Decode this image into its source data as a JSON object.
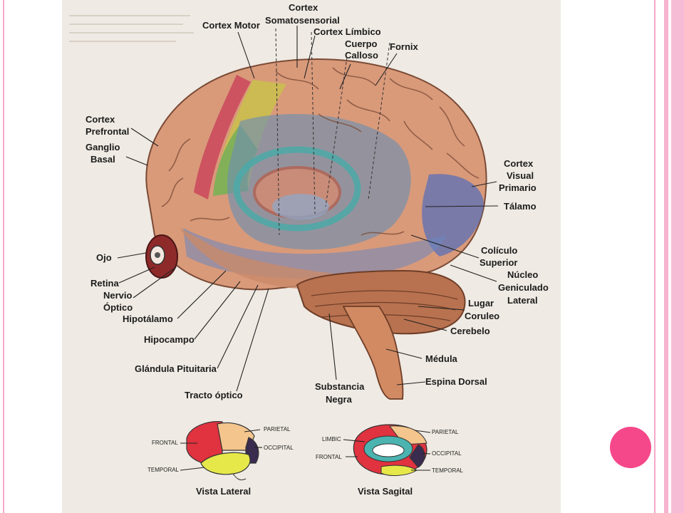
{
  "slide": {
    "accent_color": "#f5488a",
    "frame_color": "#f4a9c8"
  },
  "labels": {
    "cortex_motor": "Cortex Motor",
    "cortex_soma_1": "Cortex",
    "cortex_soma_2": "Somatosensorial",
    "cortex_limbico": "Cortex Límbico",
    "cuerpo": "Cuerpo",
    "calloso": "Calloso",
    "fornix": "Fornix",
    "prefrontal_1": "Cortex",
    "prefrontal_2": "Prefrontal",
    "ganglio_1": "Ganglio",
    "ganglio_2": "Basal",
    "visual_1": "Cortex",
    "visual_2": "Visual",
    "visual_3": "Primario",
    "talamo": "Tálamo",
    "ojo": "Ojo",
    "coliculo_1": "Colículo",
    "coliculo_2": "Superior",
    "retina": "Retina",
    "nucleo_1": "Núcleo",
    "nucleo_2": "Geniculado",
    "nucleo_3": "Lateral",
    "nervio_1": "Nervio",
    "nervio_2": "Óptico",
    "lugar_1": "Lugar",
    "lugar_2": "Coruleo",
    "hipotalamo": "Hipotálamo",
    "cerebelo": "Cerebelo",
    "hipocampo": "Hipocampo",
    "medula": "Médula",
    "pituitaria": "Glándula Pituitaria",
    "espina": "Espina Dorsal",
    "substancia_1": "Substancia",
    "substancia_2": "Negra",
    "tracto": "Tracto óptico"
  },
  "lateral_view": {
    "caption": "Vista Lateral",
    "frontal": "FRONTAL",
    "parietal": "PARIETAL",
    "occipital": "OCCIPITAL",
    "temporal": "TEMPORAL"
  },
  "sagittal_view": {
    "caption": "Vista Sagital",
    "limbic": "LIMBIC",
    "frontal": "FRONTAL",
    "parietal": "PARIETAL",
    "occipital": "OCCIPITAL",
    "temporal": "TEMPORAL"
  }
}
